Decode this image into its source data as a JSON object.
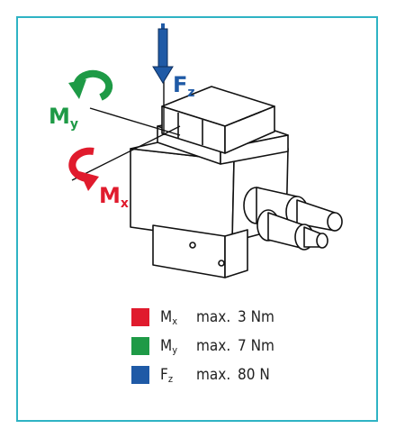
{
  "diagram": {
    "labels": {
      "fz_main": "F",
      "fz_sub": "z",
      "my_main": "M",
      "my_sub": "y",
      "mx_main": "M",
      "mx_sub": "x"
    }
  },
  "legend": {
    "items": [
      {
        "sym": "M",
        "sub": "x",
        "word": "max.",
        "value": "3 Nm",
        "color": "#e01b2d"
      },
      {
        "sym": "M",
        "sub": "y",
        "word": "max.",
        "value": "7 Nm",
        "color": "#1e9a46"
      },
      {
        "sym": "F",
        "sub": "z",
        "word": "max.",
        "value": "80 N",
        "color": "#1f5aa6"
      }
    ]
  },
  "colors": {
    "frame": "#2fb3c4",
    "red": "#e01b2d",
    "green": "#1e9a46",
    "blue": "#1f5aa6"
  }
}
